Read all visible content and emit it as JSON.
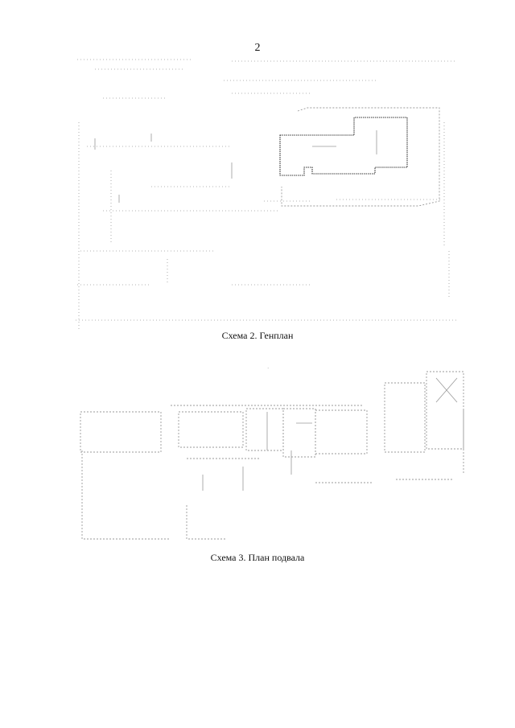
{
  "page_number": "2",
  "genplan": {
    "caption": "Схема 2. Генплан"
  },
  "basement": {
    "caption": "Схема 3. План подвала"
  }
}
